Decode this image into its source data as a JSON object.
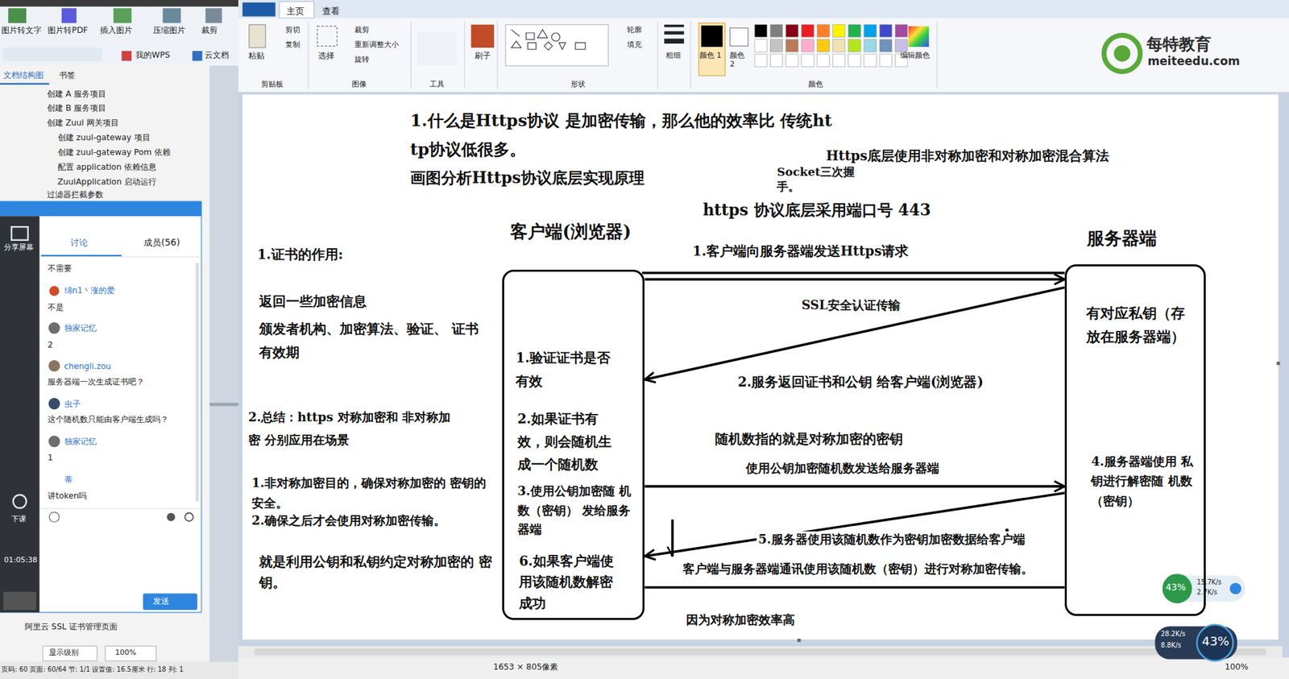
{
  "diagram": {
    "title": "1.什么是Https协议 是加密传输，那么他的效率比 传统http协议低很多。",
    "nodes": [
      {
        "text": [
          "客户端(浏览器)",
          "1.验证证书是否 有效",
          "2.如果证书有 效，则会随机生 成一个随机数",
          "3.使用公钥加密随 机数（密钥） 发给服务器端",
          "6.如果客户端使 用该随机数解密 成功"
        ]
      },
      {
        "text": [
          "服务器端",
          "有对应私钥（存 放在服务器端）",
          "4.服务器端使用 私钥进行解密随 机数（密钥）"
        ]
      }
    ],
    "edges": [
      {
        "from": 0,
        "to": 1,
        "arrow": "to",
        "label": "1.客户端向服务器端发送Https请求"
      },
      {
        "from": 1,
        "to": 0,
        "arrow": "to",
        "label": "2.服务返回证书和公钥 给客户端(浏览器)"
      },
      {
        "from": 0,
        "to": 1,
        "arrow": "to",
        "label": "使用公钥加密随机数发送给服务器端"
      },
      {
        "from": 1,
        "to": 0,
        "arrow": "to",
        "label": "5.服务器使用该随机数作为密钥加密数据给客户端"
      },
      {
        "from": 0,
        "to": 1,
        "arrow": "none",
        "label": "客户端与服务器端通讯使用该随机数（密钥）进行对称加密传输。"
      }
    ],
    "labels": [
      "图片转文字",
      "图片转PDF",
      "插入图片",
      "压缩图片",
      "裁剪",
      "我的WPS",
      "云文档",
      "文档结构图",
      "书签",
      "创建 A 服务项目",
      "创建 B 服务项目",
      "创建 Zuul 网关项目",
      "创建 zuul-gateway 项目",
      "创建 zuul-gateway Pom 依赖",
      "配置 application 依赖信息",
      "ZuulApplication 启动运行",
      "过滤器拦截参数",
      "分享屏幕",
      "讨论",
      "成员(56)",
      "不需要",
      "绵n1丶涨的爱",
      "不是",
      "独家记忆",
      "2",
      "chengli.zou",
      "服务器端一次生成证书吧？",
      "虫子",
      "这个随机数只能由客户端生成吗？",
      "独家记忆",
      "1",
      "蒂",
      "讲token吗",
      "发送",
      "下课",
      "01:05:38",
      "阿里云 SSL 证书管理页面",
      "显示级别",
      "100%",
      "主页",
      "查看",
      "粘贴",
      "剪切",
      "复制",
      "剪贴板",
      "选择",
      "裁剪",
      "重新调整大小",
      "旋转",
      "图像",
      "工具",
      "刷子",
      "形状",
      "轮廓",
      "填充",
      "粗细",
      "颜色 1",
      "颜色 2",
      "编辑颜色",
      "颜色",
      "每特教育",
      "meiteedu.com",
      "画图分析Https协议底层实现原理",
      "Https底层使用非对称加密和对称加密混合算法",
      "Socket三次握 手。",
      "https 协议底层采用端口号 443",
      "1.证书的作用:",
      "返回一些加密信息",
      "颁发者机构、加密算法、验证、 证书有效期",
      "2.总结：https 对称加密和 非对称加密 分别应用在场景",
      "1.非对称加密目的，确保对称加密的 密钥的安全。",
      "2.确保之后才会使用对称加密传输。",
      "就是利用公钥和私钥约定对称加密的 密钥。",
      "SSL安全认证传输",
      "随机数指的就是对称加密的密钥",
      "因为对称加密效率高",
      "1653 × 805像素",
      "100%",
      "43%",
      "15.7K/s",
      "2.7K/s",
      "28.2K/s",
      "8.8K/s",
      "43%",
      "页码: 60 页面: 60/64 节: 1/1 设置值: 16.5厘米 行: 18 列: 1"
    ]
  }
}
